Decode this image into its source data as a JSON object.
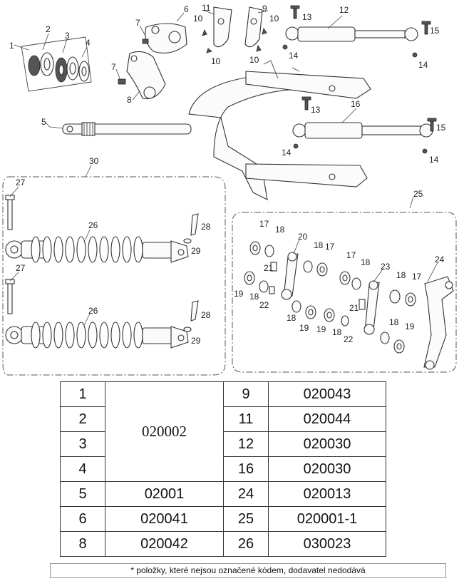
{
  "diagram": {
    "callouts": {
      "c1": "1",
      "c2": "2",
      "c3": "3",
      "c4": "4",
      "c5": "5",
      "c6": "6",
      "c7a": "7",
      "c7b": "7",
      "c8": "8",
      "c9": "9",
      "c10a": "10",
      "c10b": "10",
      "c10c": "10",
      "c10d": "10",
      "c11": "11",
      "c12": "12",
      "c13a": "13",
      "c13b": "13",
      "c14a": "14",
      "c14b": "14",
      "c14c": "14",
      "c14d": "14",
      "c15a": "15",
      "c15b": "15",
      "c16": "16",
      "c17a": "17",
      "c17b": "17",
      "c17c": "17",
      "c17d": "17",
      "c18a": "18",
      "c18b": "18",
      "c18c": "18",
      "c18d": "18",
      "c18e": "18",
      "c18f": "18",
      "c18g": "18",
      "c18h": "18",
      "c19a": "19",
      "c19b": "19",
      "c19c": "19",
      "c19d": "19",
      "c20": "20",
      "c21a": "21",
      "c21b": "21",
      "c22a": "22",
      "c22b": "22",
      "c23": "23",
      "c24": "24",
      "c25": "25",
      "c26a": "26",
      "c26b": "26",
      "c27a": "27",
      "c27b": "27",
      "c28a": "28",
      "c28b": "28",
      "c29a": "29",
      "c29b": "29",
      "c30": "30"
    }
  },
  "table": {
    "rows": [
      {
        "left_num": "1",
        "right_num": "9",
        "right_code": "020043"
      },
      {
        "left_num": "2",
        "right_num": "11",
        "right_code": "020044"
      },
      {
        "left_num": "3",
        "right_num": "12",
        "right_code": "020030"
      },
      {
        "left_num": "4",
        "right_num": "16",
        "right_code": "020030"
      },
      {
        "left_num": "5",
        "left_code": "02001",
        "right_num": "24",
        "right_code": "020013"
      },
      {
        "left_num": "6",
        "left_code": "020041",
        "right_num": "25",
        "right_code": "020001-1"
      },
      {
        "left_num": "8",
        "left_code": "020042",
        "right_num": "26",
        "right_code": "030023"
      }
    ],
    "merged_code": "020002"
  },
  "footnote": "* položky, které nejsou označené kódem, dodavatel nedodává"
}
